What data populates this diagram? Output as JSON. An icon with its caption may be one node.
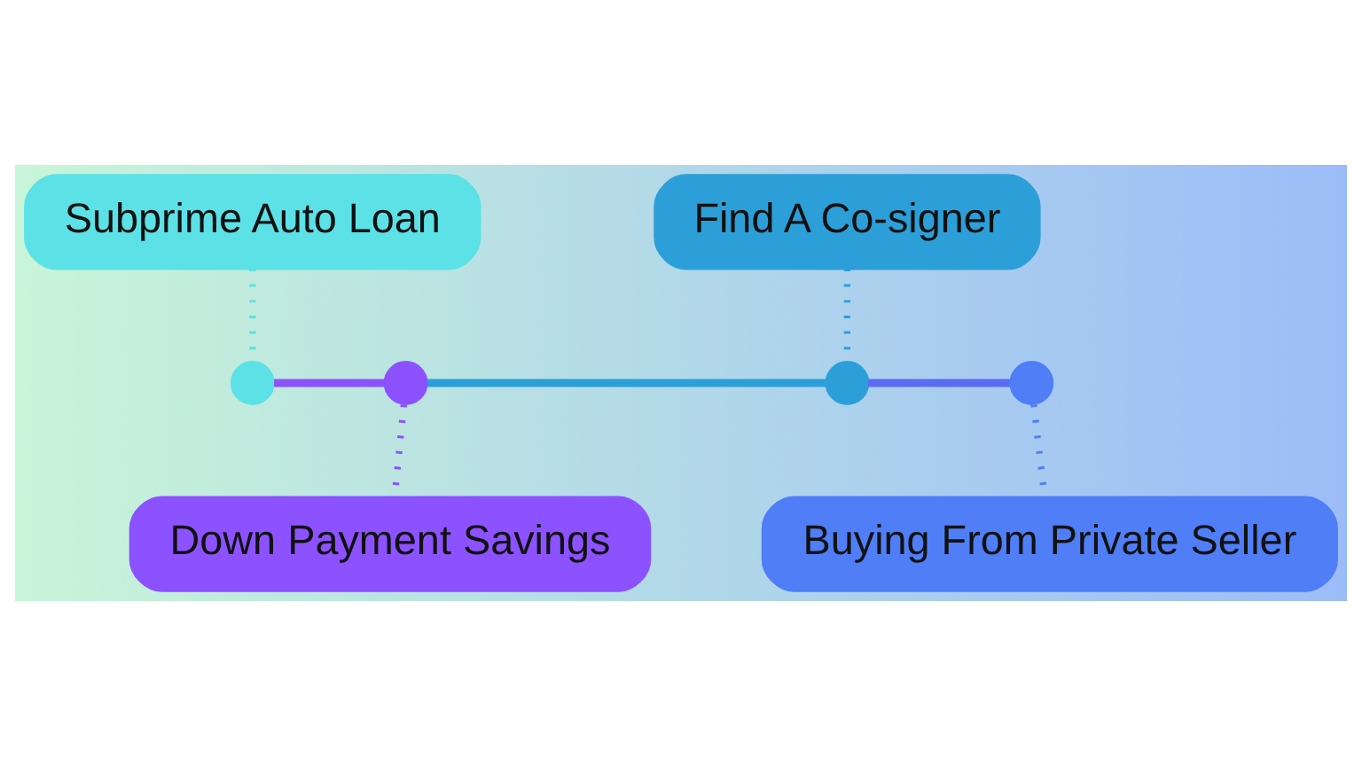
{
  "diagram": {
    "nodes": [
      {
        "text": [
          "Subprime Auto Loan"
        ]
      },
      {
        "text": [
          "Find A Co-signer"
        ]
      },
      {
        "text": [],
        "shape": "circle"
      },
      {
        "text": [],
        "shape": "circle"
      },
      {
        "text": [],
        "shape": "circle"
      },
      {
        "text": [],
        "shape": "circle"
      },
      {
        "text": [
          "Down Payment Savings"
        ]
      },
      {
        "text": [
          "Buying From Private Seller"
        ]
      }
    ],
    "edges": [
      {
        "from": 2,
        "to": 3,
        "arrow": "none",
        "color": "#8c52ff"
      },
      {
        "from": 3,
        "to": 4,
        "arrow": "none",
        "color": "#2d9fd8"
      },
      {
        "from": 4,
        "to": 5,
        "arrow": "none",
        "color": "#5b6cf2"
      },
      {
        "from": 0,
        "to": 2,
        "arrow": "none",
        "style": "dashed",
        "color": "#5ce1e6"
      },
      {
        "from": 3,
        "to": 6,
        "arrow": "none",
        "style": "dashed",
        "color": "#8c52ff"
      },
      {
        "from": 1,
        "to": 4,
        "arrow": "none",
        "style": "dashed",
        "color": "#2d9fd8"
      },
      {
        "from": 5,
        "to": 7,
        "arrow": "none",
        "style": "dashed",
        "color": "#4f7ef7"
      }
    ]
  }
}
